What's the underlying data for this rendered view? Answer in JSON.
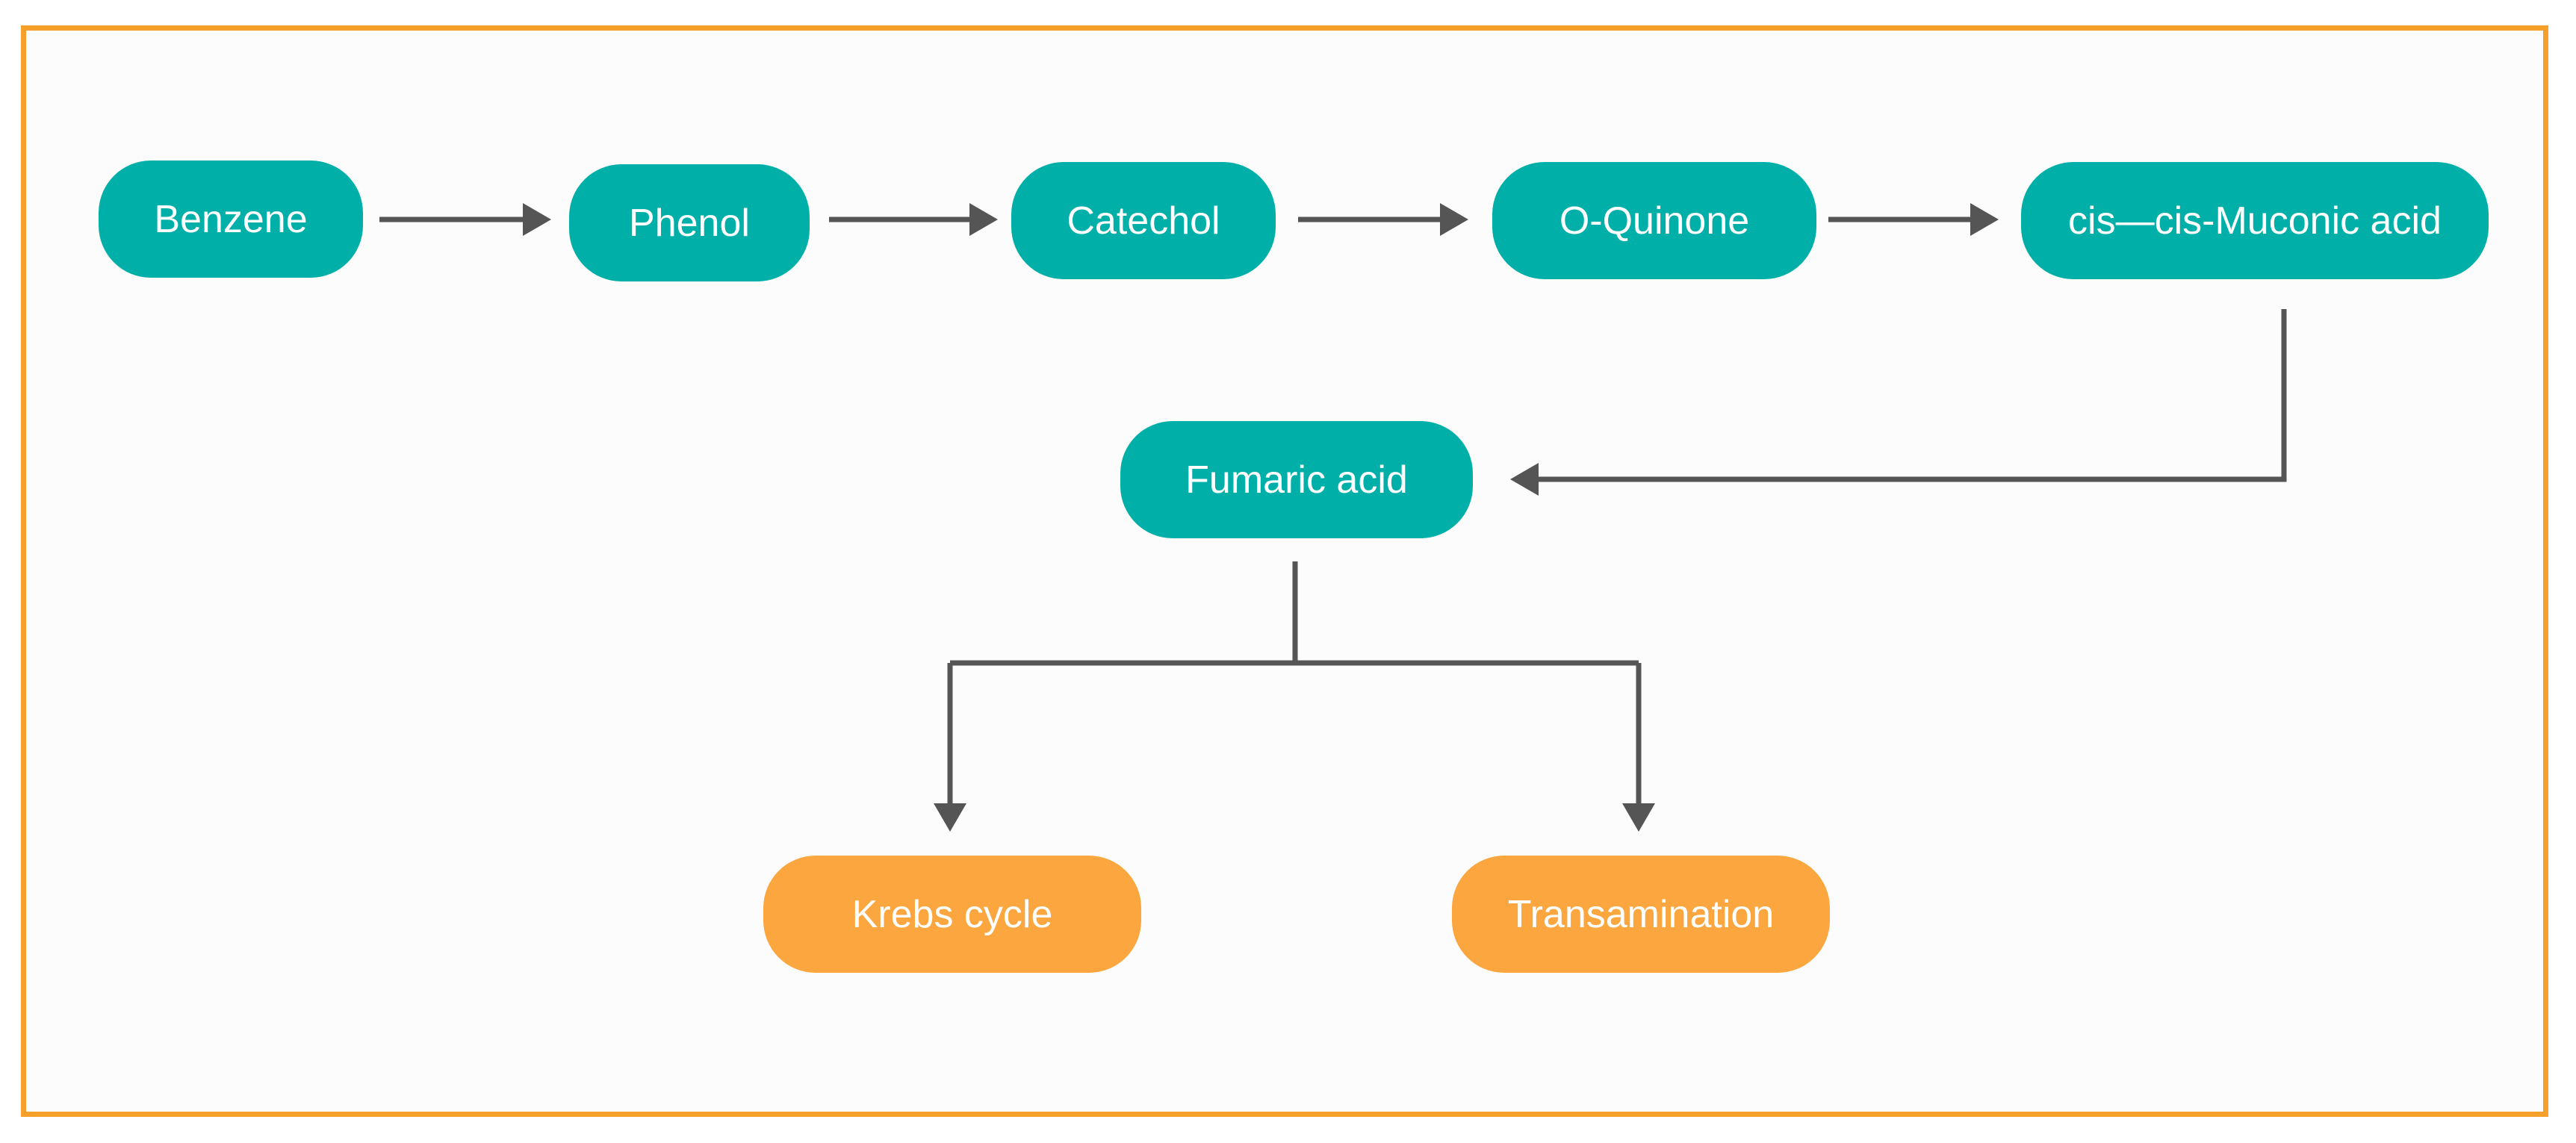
{
  "diagram": {
    "nodes": [
      {
        "id": "benzene",
        "label": "Benzene",
        "color": "#00B0A8"
      },
      {
        "id": "phenol",
        "label": "Phenol",
        "color": "#00B0A8"
      },
      {
        "id": "catechol",
        "label": "Catechol",
        "color": "#00B0A8"
      },
      {
        "id": "o-quinone",
        "label": "O-Quinone",
        "color": "#00B0A8"
      },
      {
        "id": "muconic",
        "label": "cis—cis-Muconic acid",
        "color": "#00B0A8"
      },
      {
        "id": "fumaric",
        "label": "Fumaric acid",
        "color": "#00B0A8"
      },
      {
        "id": "krebs",
        "label": "Krebs cycle",
        "color": "#FBA63E"
      },
      {
        "id": "transamination",
        "label": "Transamination",
        "color": "#FBA63E"
      }
    ],
    "edges": [
      {
        "from": "benzene",
        "to": "phenol"
      },
      {
        "from": "phenol",
        "to": "catechol"
      },
      {
        "from": "catechol",
        "to": "o-quinone"
      },
      {
        "from": "o-quinone",
        "to": "muconic"
      },
      {
        "from": "muconic",
        "to": "fumaric"
      },
      {
        "from": "fumaric",
        "to": "krebs"
      },
      {
        "from": "fumaric",
        "to": "transamination"
      }
    ],
    "colors": {
      "primary_node": "#00B0A8",
      "terminal_node": "#FBA63E",
      "border": "#F5A02A",
      "connector": "#555555"
    }
  }
}
